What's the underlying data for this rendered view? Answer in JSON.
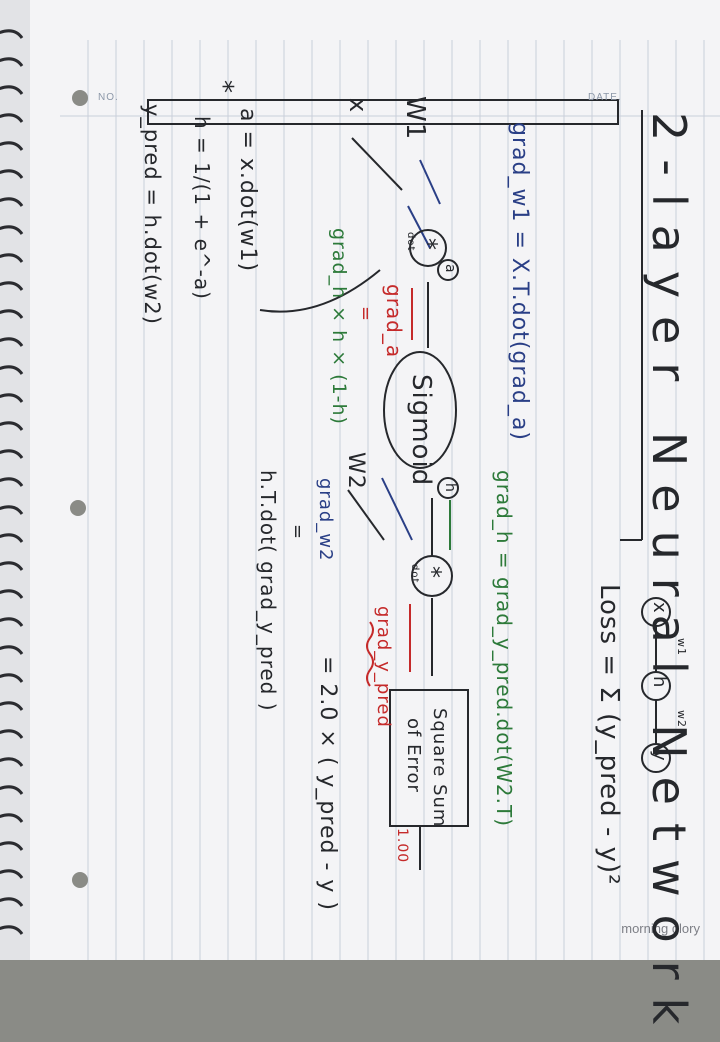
{
  "notebook": {
    "header_no": "NO.",
    "header_date": "DATE.",
    "brand": "morning glory"
  },
  "notes": {
    "title": "2-layer Neural Network",
    "mini_diagram": {
      "x": "x",
      "h": "h",
      "y": "y",
      "w1": "w1",
      "w2": "w2"
    },
    "loss": "Loss = Σ (y_pred - y)²",
    "diagram": {
      "x_label": "x",
      "w1_label": "W1",
      "w2_label": "W2",
      "mult1": "*",
      "mult1_sub": "dot",
      "a_node": "a",
      "sigmoid": "Sigmoid",
      "h_node": "h",
      "mult2": "*",
      "mult2_sub": "dot",
      "box_line1": "Square Sum",
      "box_line2": "of Error",
      "one": "1.00"
    },
    "grads": {
      "grad_w1": "grad_w1 = X.T.dot(grad_a)",
      "grad_a": "grad_a",
      "eq1": "=",
      "grad_h_expr": "grad_h × h × (1-h)",
      "grad_h_eq": "grad_h = grad_y_pred.dot(W2.T)",
      "grad_w2": "grad_w2",
      "eq2": "=",
      "grad_w2_expr": "h.T.dot( grad_y_pred )",
      "grad_y_pred": "grad_y_pred",
      "grad_y_expr": "= 2.0 × ( y_pred - y )"
    },
    "forward": {
      "star": "*",
      "a_eq": "a = x.dot(w1)",
      "h_eq": "h = 1/(1 + e^-a)",
      "y_eq": "y_pred = h.dot(w2)"
    }
  },
  "colors": {
    "paper": "#f4f4f6",
    "rule": "#c9cfda",
    "ink_black": "#26282c",
    "ink_blue": "#2a3f86",
    "ink_red": "#c52a2a",
    "ink_green": "#2d7a3a"
  }
}
